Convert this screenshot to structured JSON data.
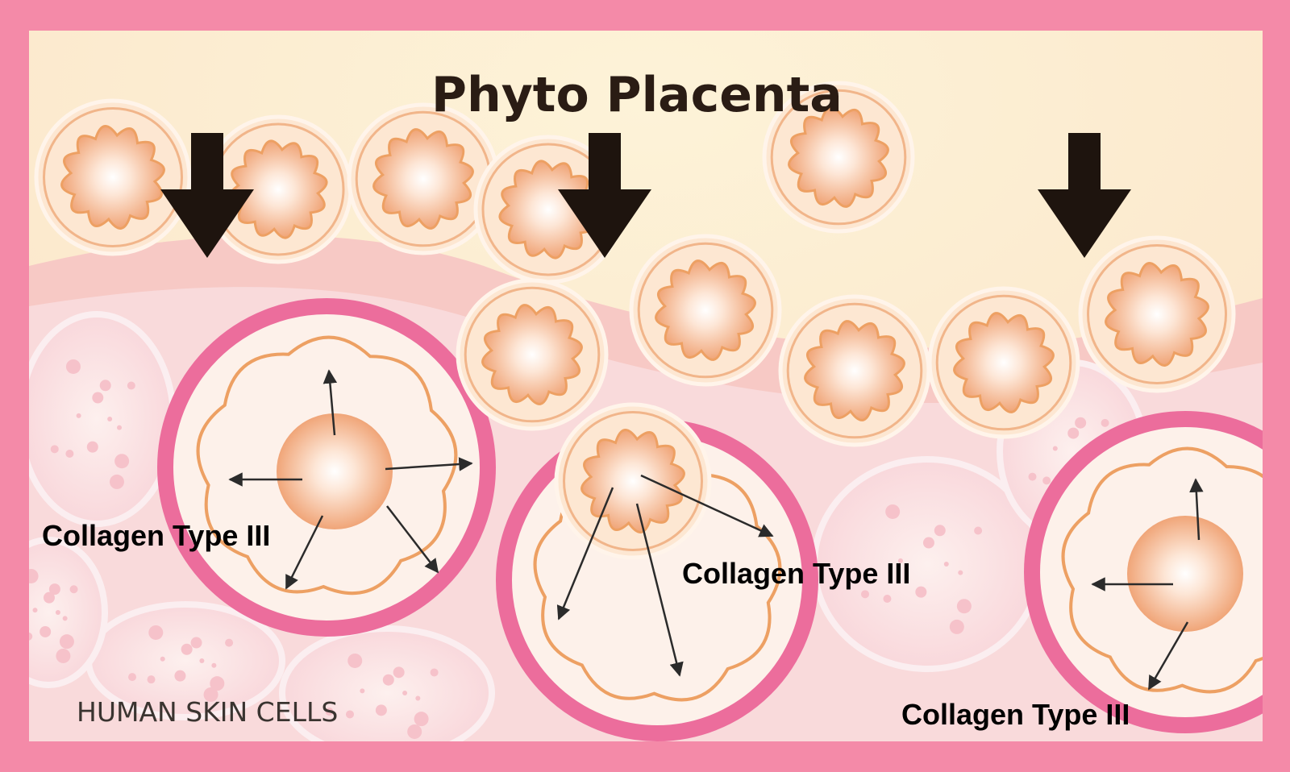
{
  "diagram": {
    "title": "Phyto Placenta",
    "collagen_labels": [
      "Collagen Type III",
      "Collagen Type III",
      "Collagen Type III"
    ],
    "footer_label": "HUMAN SKIN CELLS"
  },
  "colors": {
    "frame": "#f48aa8",
    "background_top": "#fdeccf",
    "skin_cell": "#fbe2e4",
    "skin_cell_ring": "#ec6d9c",
    "particle_core": "#f0a578",
    "particle_wave": "#eda063",
    "arrow_big": "#1e140e",
    "arrow_thin": "#2b2b2b",
    "text": "#000000"
  },
  "icons": {
    "down_arrow": "down-arrow-icon",
    "particle": "phyto-particle-icon",
    "cell": "skin-cell-icon"
  }
}
